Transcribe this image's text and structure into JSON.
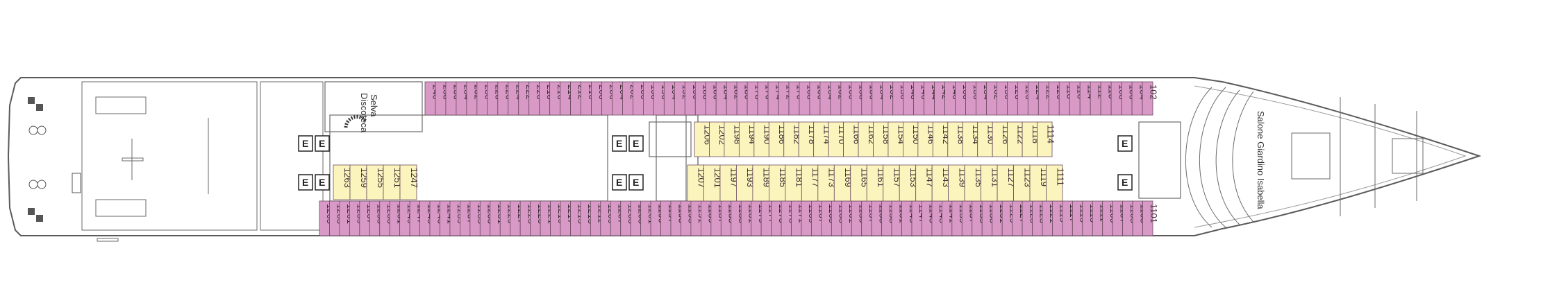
{
  "colors": {
    "balcony_cabin": "#d999c7",
    "interior_cabin": "#fbf5bd",
    "outline": "#5a5a5a",
    "hull": "#ffffff"
  },
  "labels": {
    "disco_line1": "Discoteca",
    "disco_line2": "Selva",
    "salone": "Salone Giardino Isabella",
    "elevator": "E"
  },
  "cabins": {
    "top_outer": [
      "240",
      "238",
      "236",
      "234",
      "232",
      "230",
      "228",
      "226",
      "224",
      "222",
      "220",
      "218",
      "216",
      "214",
      "212",
      "210",
      "208",
      "206",
      "204",
      "202",
      "200",
      "198",
      "196",
      "194",
      "192",
      "190",
      "188",
      "186",
      "184",
      "182",
      "180",
      "178",
      "176",
      "174",
      "172",
      "170",
      "168",
      "166",
      "164",
      "162",
      "160",
      "158",
      "156",
      "154",
      "152",
      "150",
      "148",
      "146",
      "144",
      "142",
      "140",
      "138",
      "136",
      "134",
      "132",
      "130",
      "128",
      "126",
      "124",
      "122",
      "120",
      "118",
      "116",
      "114",
      "112",
      "110",
      "108",
      "106",
      "104",
      "102"
    ],
    "bottom_outer": [
      "1265",
      "1263",
      "1261",
      "1259",
      "1257",
      "1255",
      "1253",
      "1251",
      "1249",
      "1247",
      "1245",
      "1243",
      "1241",
      "1239",
      "1237",
      "1235",
      "1233",
      "1231",
      "1229",
      "1227",
      "1225",
      "1223",
      "1221",
      "1219",
      "1217",
      "1215",
      "1213",
      "1211",
      "1209",
      "1207",
      "1205",
      "1203",
      "1201",
      "1199",
      "1197",
      "1195",
      "1193",
      "1191",
      "1189",
      "1187",
      "1185",
      "1183",
      "1181",
      "1179",
      "1177",
      "1175",
      "1173",
      "1171",
      "1169",
      "1167",
      "1165",
      "1163",
      "1161",
      "1159",
      "1157",
      "1155",
      "1153",
      "1151",
      "1149",
      "1147",
      "1145",
      "1143",
      "1141",
      "1139",
      "1137",
      "1135",
      "1133",
      "1131",
      "1129",
      "1127",
      "1125",
      "1123",
      "1121",
      "1119",
      "1117",
      "1115",
      "1113",
      "1111",
      "1109",
      "1107",
      "1105",
      "1103",
      "1101"
    ],
    "inner_top": [
      "1206",
      "1202",
      "1198",
      "1194",
      "1190",
      "1186",
      "1182",
      "1178",
      "1174",
      "1170",
      "1166",
      "1162",
      "1158",
      "1154",
      "1150",
      "1146",
      "1142",
      "1138",
      "1134",
      "1130",
      "1126",
      "1122",
      "1118",
      "1114"
    ],
    "inner_bottom": [
      "1207",
      "1201",
      "1197",
      "1193",
      "1189",
      "1185",
      "1181",
      "1177",
      "1173",
      "1169",
      "1165",
      "1161",
      "1157",
      "1153",
      "1147",
      "1143",
      "1139",
      "1135",
      "1131",
      "1127",
      "1123",
      "1119",
      "1111"
    ],
    "inner_left": [
      "1263",
      "1259",
      "1255",
      "1251",
      "1247"
    ]
  }
}
